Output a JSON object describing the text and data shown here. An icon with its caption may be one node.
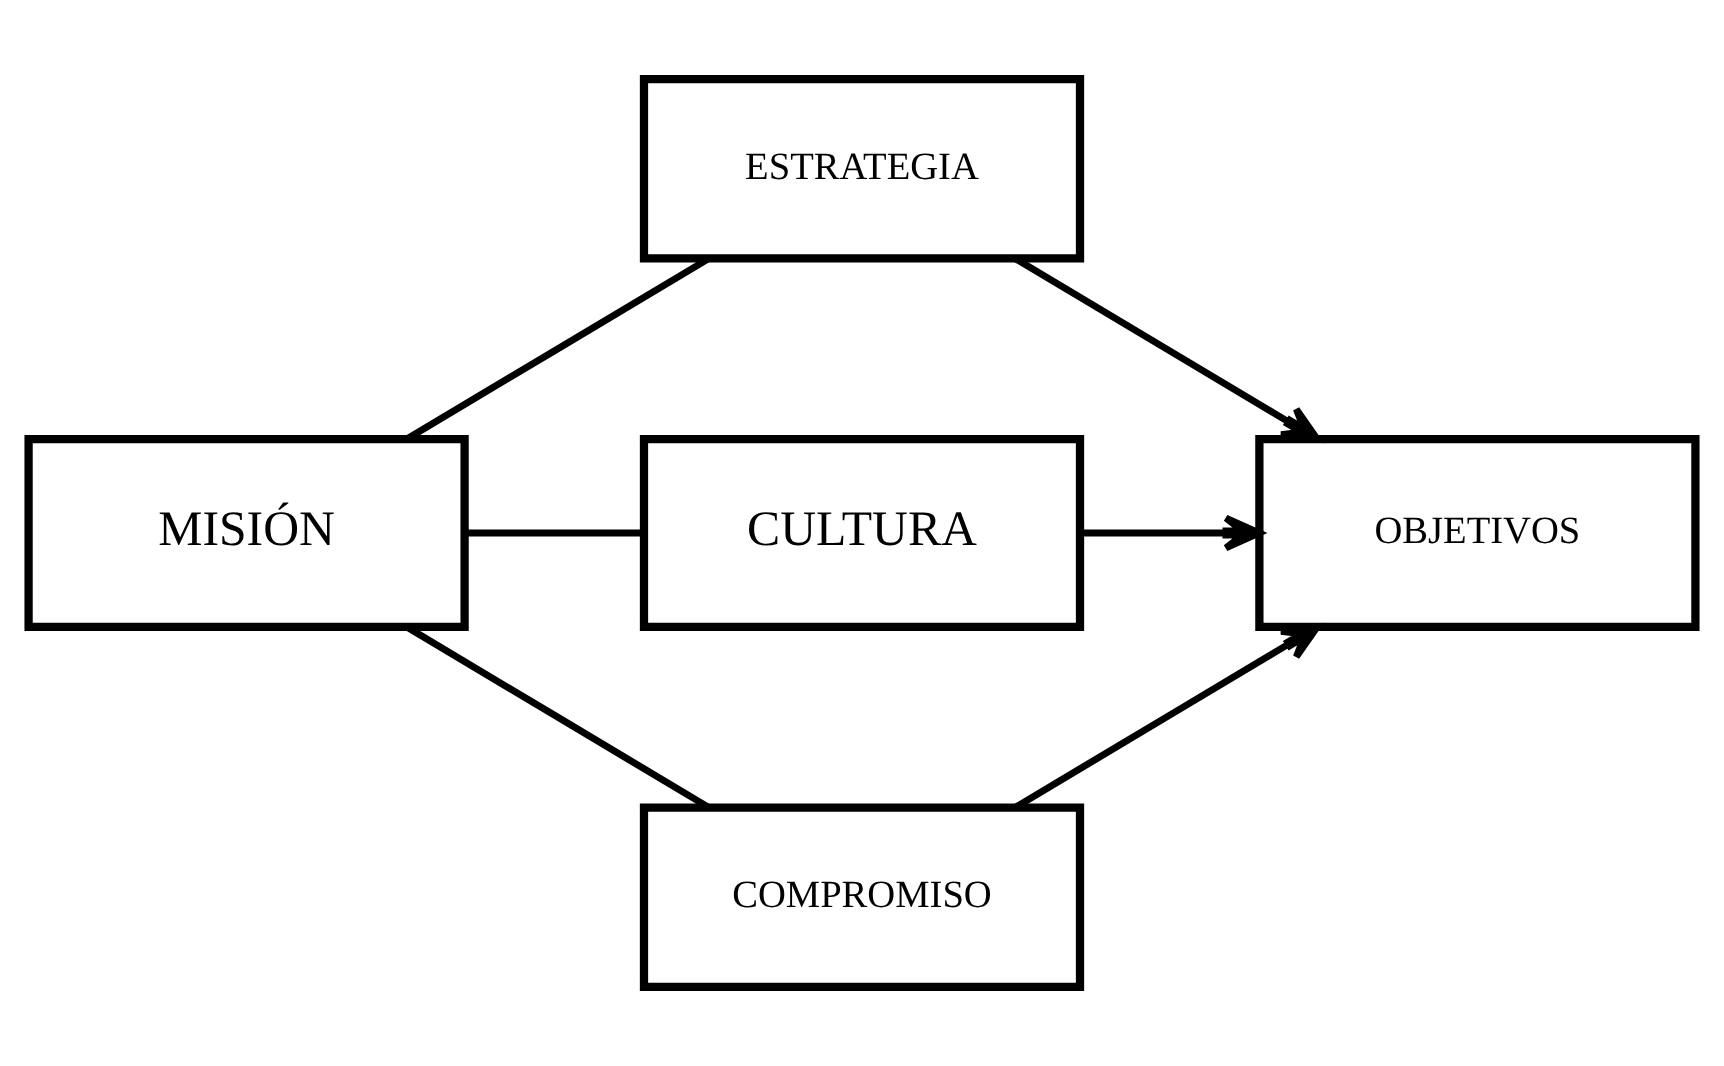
{
  "diagram": {
    "nodes": [
      {
        "text": [
          "MISIÓN"
        ]
      },
      {
        "text": [
          "ESTRATEGIA"
        ]
      },
      {
        "text": [
          "CULTURA"
        ]
      },
      {
        "text": [
          "COMPROMISO"
        ]
      },
      {
        "text": [
          "OBJETIVOS"
        ]
      }
    ],
    "edges": [
      {
        "from": 0,
        "to": 1,
        "arrow": "none"
      },
      {
        "from": 0,
        "to": 2,
        "arrow": "none"
      },
      {
        "from": 0,
        "to": 3,
        "arrow": "none"
      },
      {
        "from": 1,
        "to": 4,
        "arrow": "to"
      },
      {
        "from": 2,
        "to": 4,
        "arrow": "to"
      },
      {
        "from": 3,
        "to": 4,
        "arrow": "to"
      }
    ]
  }
}
